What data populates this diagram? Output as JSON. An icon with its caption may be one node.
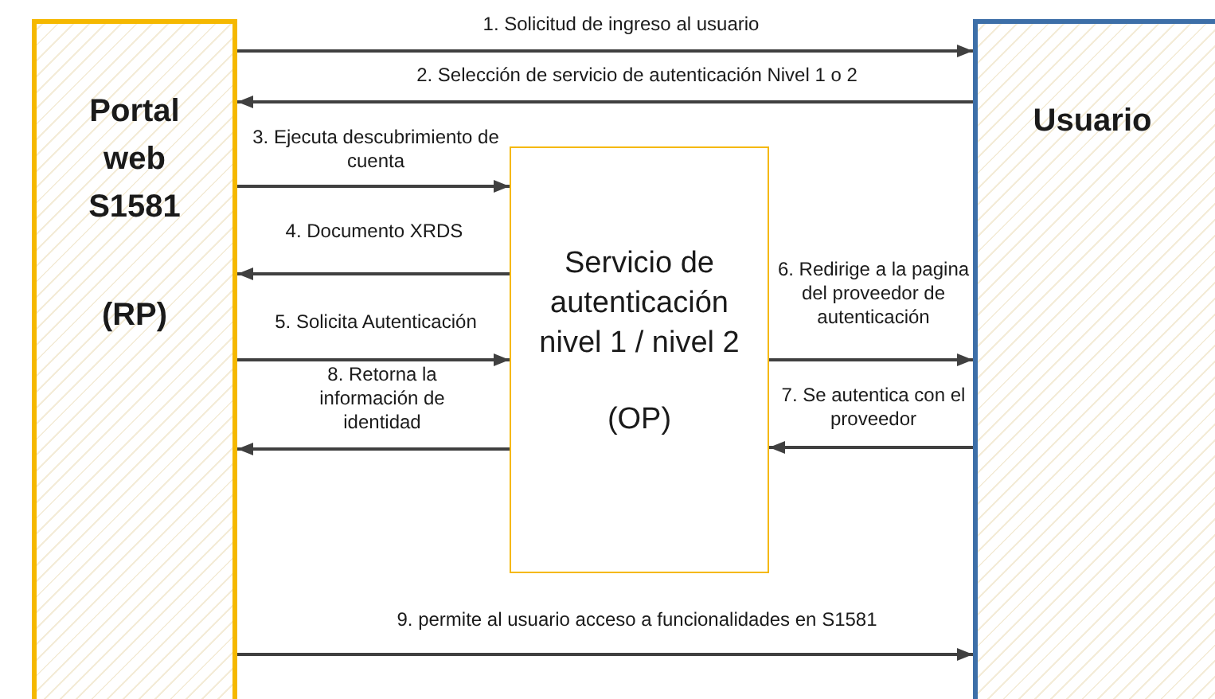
{
  "diagram": {
    "nodes": [
      {
        "text": [
          "Portal web S1581",
          "(RP)"
        ]
      },
      {
        "text": [
          "Usuario"
        ]
      },
      {
        "text": [
          "Servicio de autenticación nivel 1 / nivel 2",
          "(OP)"
        ]
      }
    ],
    "edges": [
      {
        "from": 0,
        "to": 1,
        "arrow": "to",
        "label": "1. Solicitud de ingreso al usuario"
      },
      {
        "from": 1,
        "to": 0,
        "arrow": "to",
        "label": "2. Selección de servicio de autenticación Nivel 1 o 2"
      },
      {
        "from": 0,
        "to": 2,
        "arrow": "to",
        "label": "3. Ejecuta descubrimiento de cuenta"
      },
      {
        "from": 2,
        "to": 0,
        "arrow": "to",
        "label": "4. Documento XRDS"
      },
      {
        "from": 0,
        "to": 2,
        "arrow": "to",
        "label": "5. Solicita Autenticación"
      },
      {
        "from": 2,
        "to": 0,
        "arrow": "to",
        "label": "8. Retorna la información de identidad"
      },
      {
        "from": 2,
        "to": 1,
        "arrow": "to",
        "label": "6. Redirige a la pagina del proveedor de autenticación"
      },
      {
        "from": 1,
        "to": 2,
        "arrow": "to",
        "label": "7. Se autentica con el proveedor"
      },
      {
        "from": 0,
        "to": 1,
        "arrow": "to",
        "label": "9. permite al usuario acceso a funcionalidades en S1581"
      }
    ]
  }
}
